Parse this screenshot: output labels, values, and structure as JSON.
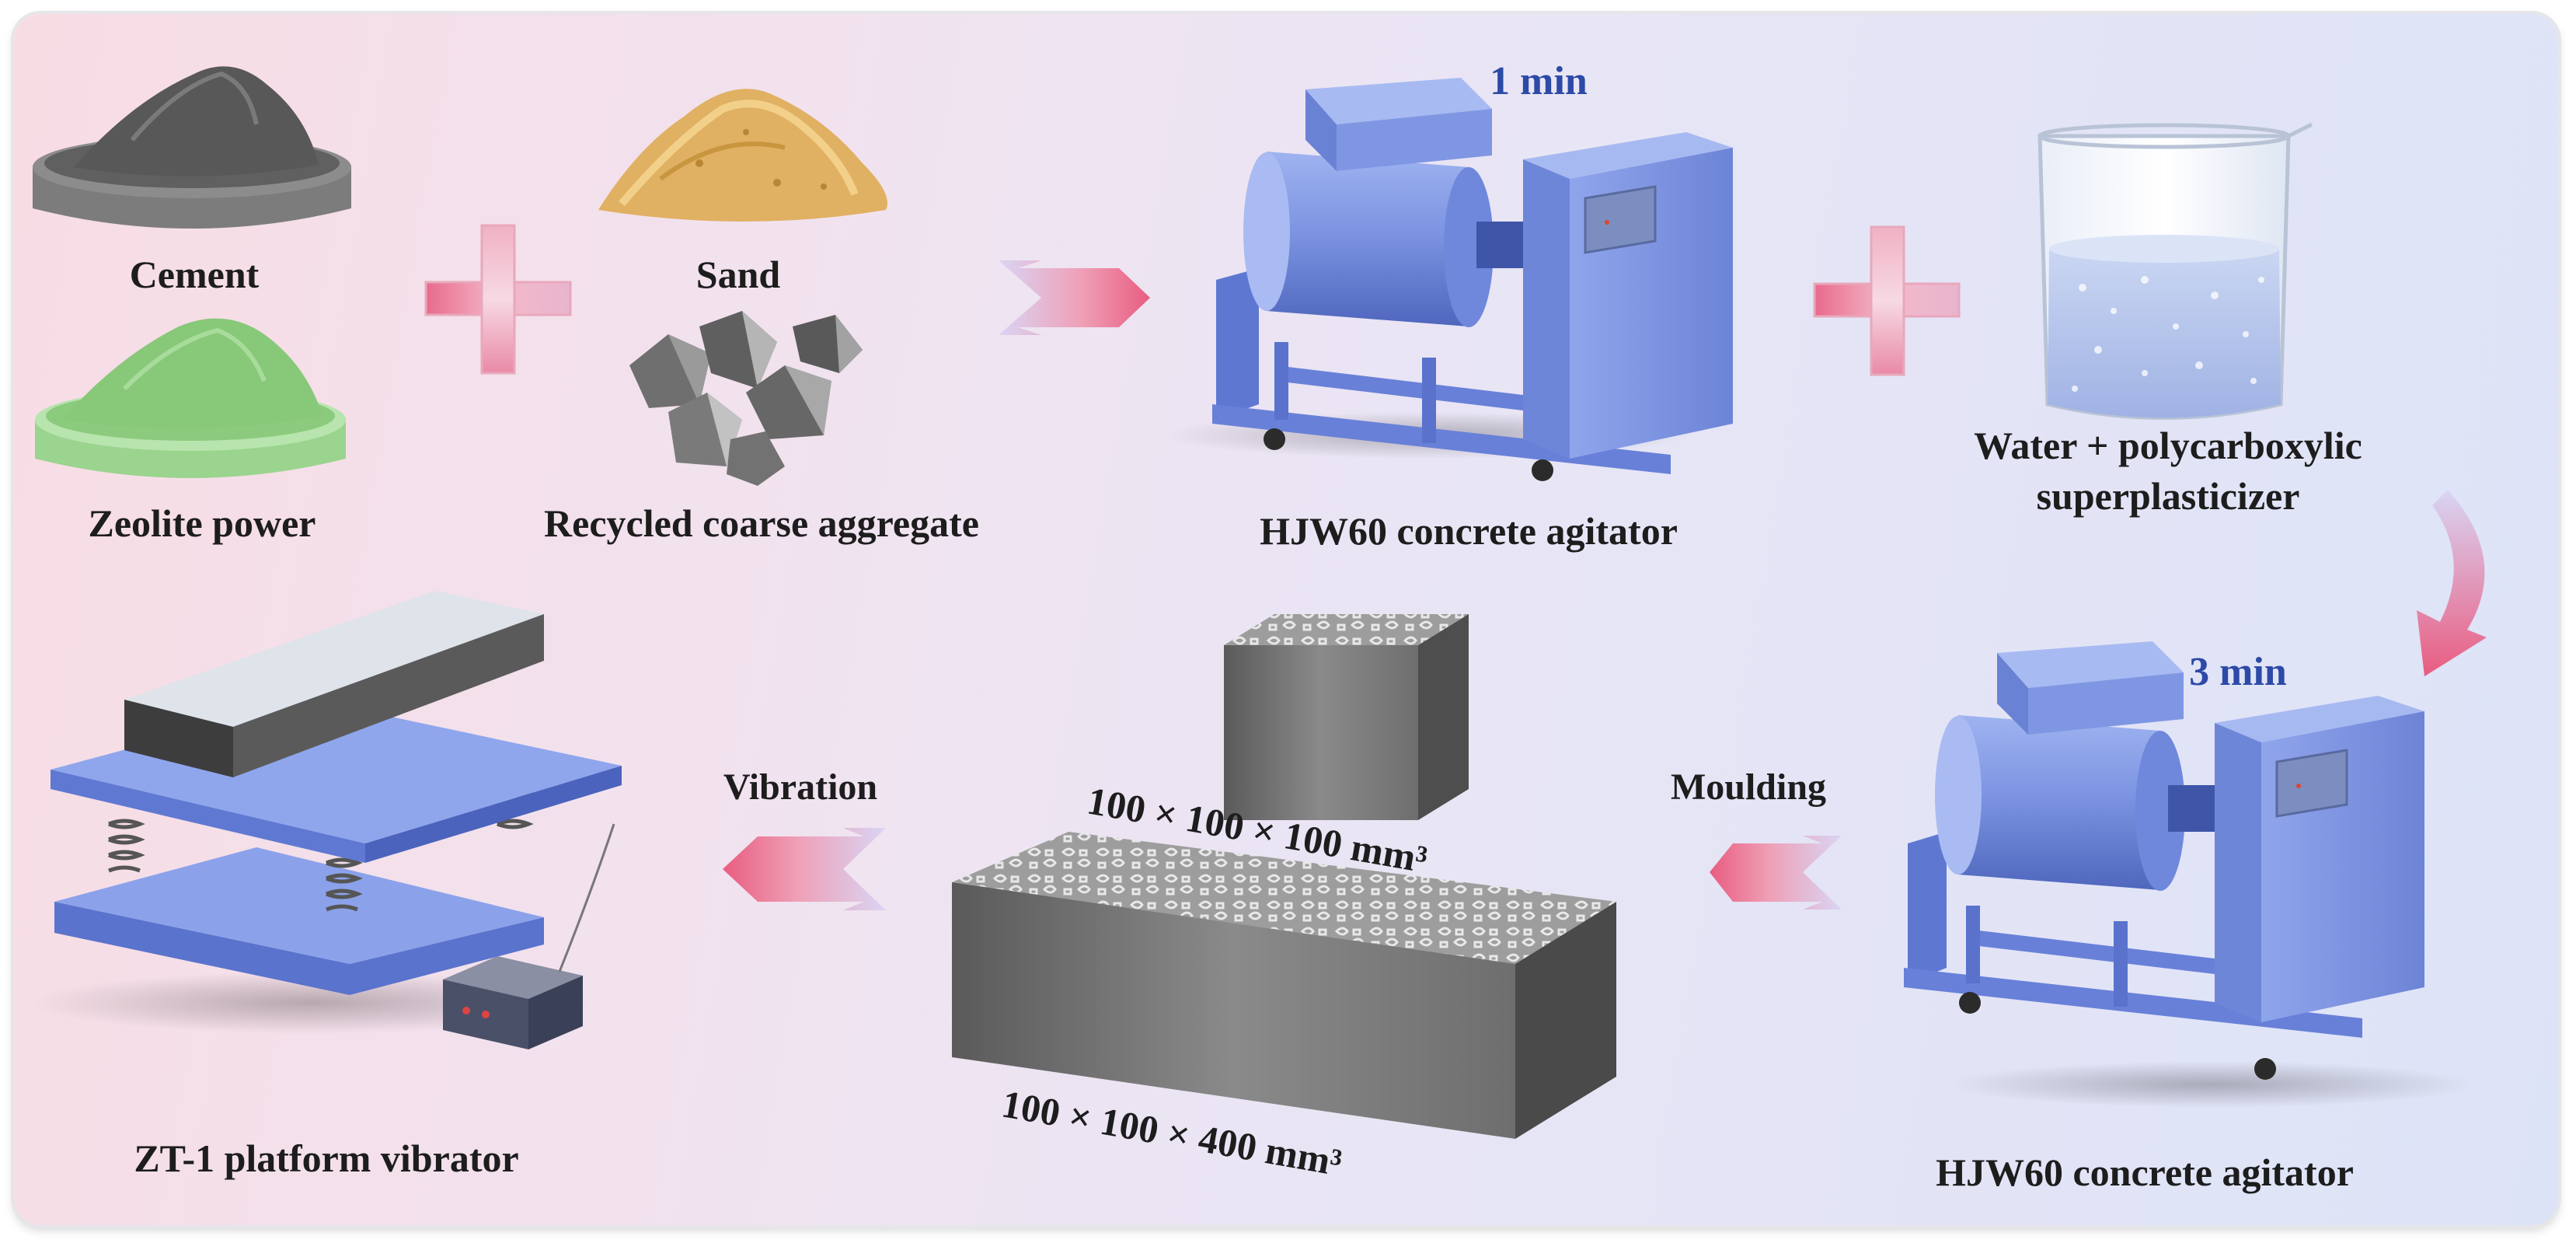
{
  "materials": {
    "cement": "Cement",
    "sand": "Sand",
    "zeolite": "Zeolite power",
    "recycled_aggregate": "Recycled coarse aggregate",
    "water": "Water + polycarboxylic",
    "water_line2": "superplasticizer"
  },
  "steps": {
    "mix_time_1": "1 min",
    "mix_time_2": "3 min",
    "moulding": "Moulding",
    "vibration": "Vibration"
  },
  "equipment": {
    "agitator_1": "HJW60 concrete agitator",
    "agitator_2": "HJW60 concrete agitator",
    "vibrator": "ZT-1 platform vibrator"
  },
  "specimens": {
    "cube": "100 × 100 × 100 mm³",
    "prism": "100 × 100 × 400 mm³"
  },
  "colors": {
    "machine_blue": "#7f97e3",
    "arrow_pink": "#ec6e8c",
    "arrow_lavender": "#d8d4f3",
    "label_blue": "#2c4aa6"
  }
}
